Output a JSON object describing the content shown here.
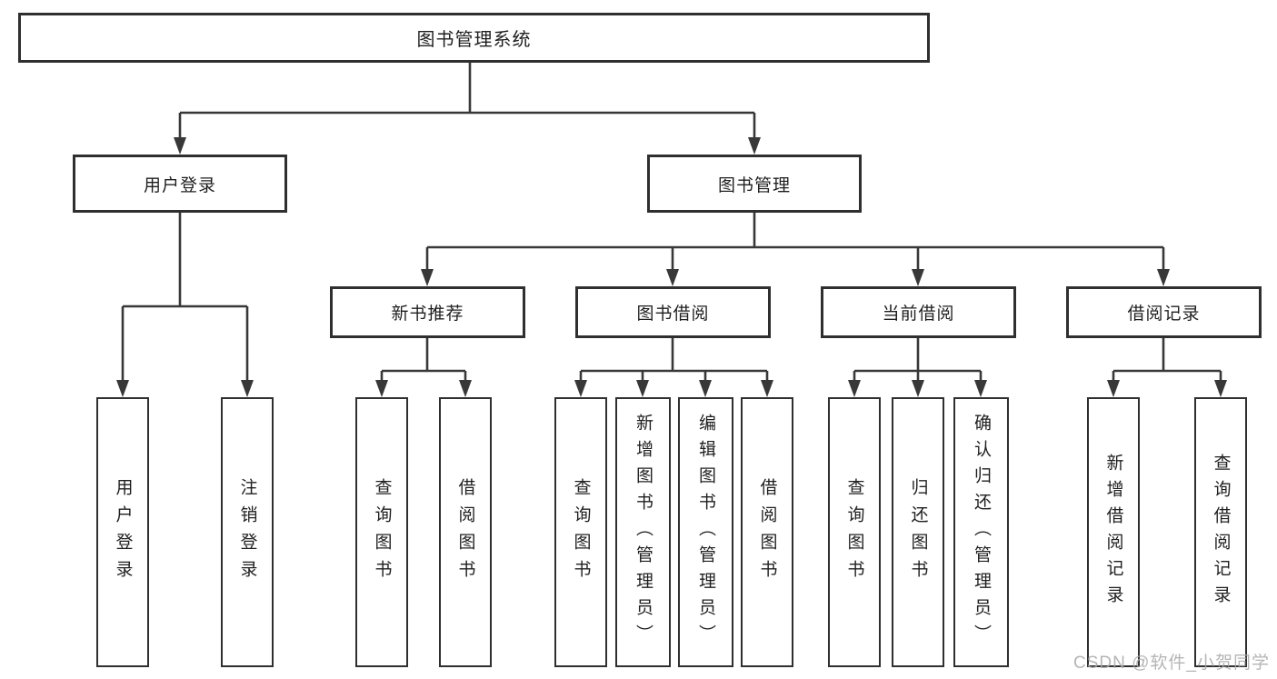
{
  "nodes": {
    "root": "图书管理系统",
    "login": "用户登录",
    "management": "图书管理",
    "new_books": "新书推荐",
    "borrowing": "图书借阅",
    "current": "当前借阅",
    "records": "借阅记录",
    "leaves": {
      "login_user": "用户登录",
      "login_logout": "注销登录",
      "nb_query": "查询图书",
      "nb_borrow": "借阅图书",
      "bw_query": "查询图书",
      "bw_add": "新增图书（管理员）",
      "bw_edit": "编辑图书（管理员）",
      "bw_borrow": "借阅图书",
      "cur_query": "查询图书",
      "cur_return": "归还图书",
      "cur_confirm": "确认归还（管理员）",
      "rec_add": "新增借阅记录",
      "rec_query": "查询借阅记录"
    }
  },
  "colors": {
    "line": "#383838",
    "border": "#2f2f2f",
    "text": "#1f1f1f"
  },
  "watermark": "CSDN @软件_小贺同学"
}
